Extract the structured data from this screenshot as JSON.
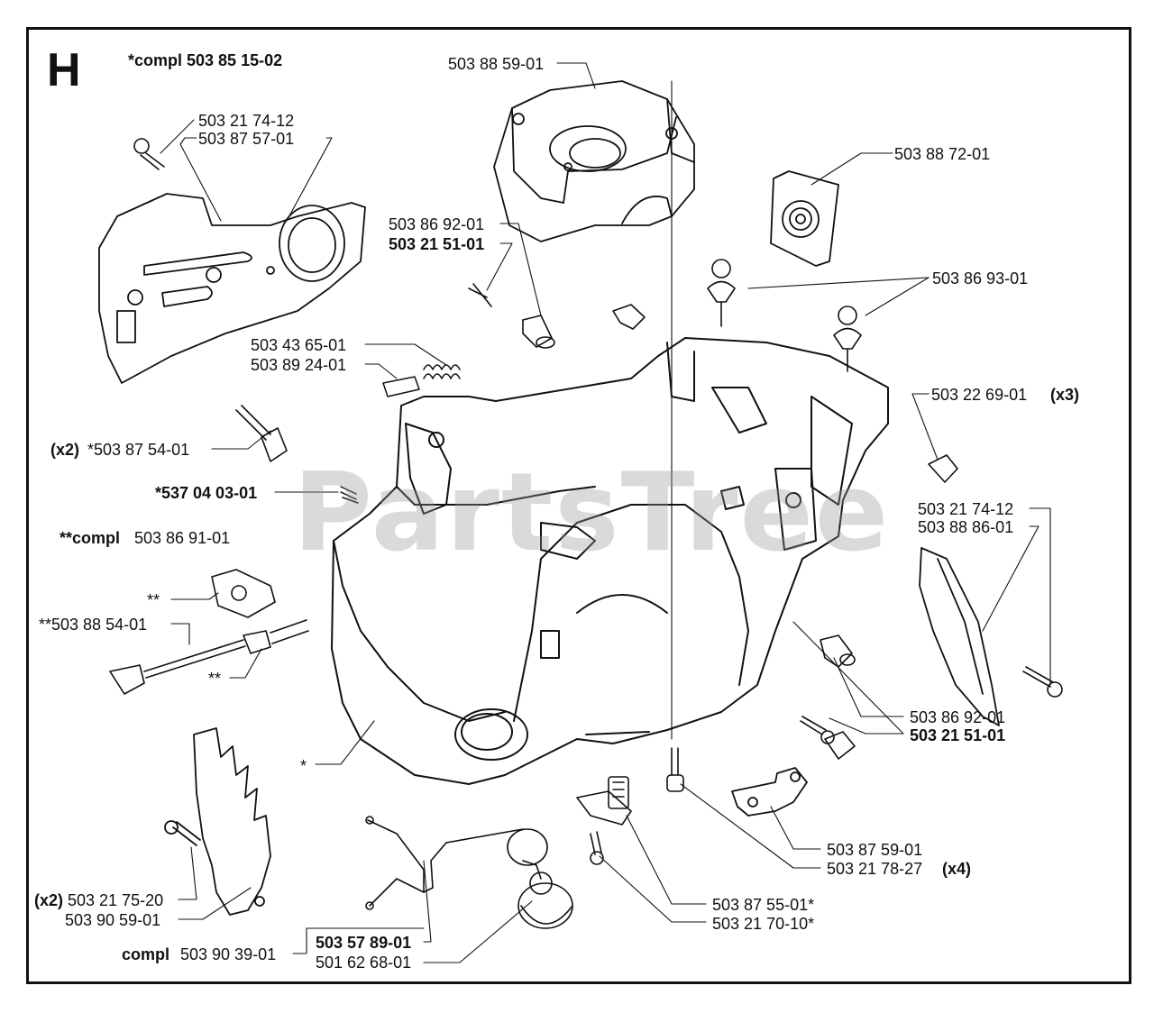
{
  "section_letter": "H",
  "watermark": "PartsTree",
  "labels": {
    "compl_top": "*compl 503 85 15-02",
    "l_503_88_59_01": "503 88 59-01",
    "l_503_21_74_12_a": "503 21 74-12",
    "l_503_87_57_01": "503 87 57-01",
    "l_503_88_72_01": "503 88 72-01",
    "l_503_86_92_01_a": "503 86 92-01",
    "l_503_21_51_01_a": "503 21 51-01",
    "l_503_86_93_01": "503 86 93-01",
    "l_503_43_65_01": "503 43 65-01",
    "l_503_89_24_01": "503 89 24-01",
    "l_503_22_69_01": "503 22 69-01",
    "l_x3": "(x3)",
    "l_x2_a": "(x2)",
    "l_503_87_54_01": "*503 87 54-01",
    "l_537_04_03_01": "*537 04 03-01",
    "l_503_21_74_12_b": "503 21 74-12",
    "l_503_88_86_01": "503 88 86-01",
    "l_compl_b_prefix": "**compl",
    "l_503_86_91_01": "503 86 91-01",
    "l_star2_a": "**",
    "l_503_88_54_01": "**503 88 54-01",
    "l_star2_b": "**",
    "l_503_86_92_01_b": "503 86 92-01",
    "l_503_21_51_01_b": "503 21 51-01",
    "l_star": "*",
    "l_503_87_59_01": "503 87 59-01",
    "l_503_21_78_27": "503 21 78-27",
    "l_x4": "(x4)",
    "l_x2_b": "(x2)",
    "l_503_21_75_20": "503 21 75-20",
    "l_503_90_59_01": "503 90 59-01",
    "l_503_87_55_01": "503 87 55-01*",
    "l_503_21_70_10": "503 21 70-10*",
    "l_compl_c_prefix": "compl",
    "l_503_90_39_01": "503 90 39-01",
    "l_503_57_89_01": "503 57 89-01",
    "l_501_62_68_01": "501 62 68-01"
  }
}
